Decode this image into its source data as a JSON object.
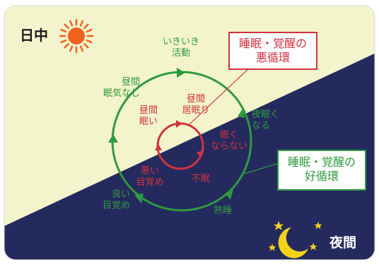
{
  "day_label": "日中",
  "night_label": "夜間",
  "good_cycle_title": "睡眠・覚醒の\n好循環",
  "bad_cycle_title": "睡眠・覚醒の\n悪循環",
  "good_cycle_steps": {
    "active": "いきいき\n活動",
    "no_daytime_sleepiness": "昼間\n眠気なし",
    "night_sleepy": "夜眠く\nなる",
    "deep_sleep": "熟睡",
    "good_wakeup": "良い\n目覚め"
  },
  "bad_cycle_steps": {
    "daytime_nap": "昼間\n居眠り",
    "daytime_sleepy": "昼間\n眠い",
    "not_sleepy": "眠く\nならない",
    "insomnia": "不眠",
    "bad_wakeup": "悪い\n目覚め"
  },
  "colors": {
    "day_bg": "#f3f4cc",
    "night_bg": "#252a5e",
    "good_cycle": "#2f9a3e",
    "bad_cycle": "#d1323f",
    "sun": "#f0611f",
    "moon": "#f4d21a"
  },
  "icons": {
    "sun": "sun-icon",
    "moon": "moon-icon",
    "star": "star-icon"
  }
}
